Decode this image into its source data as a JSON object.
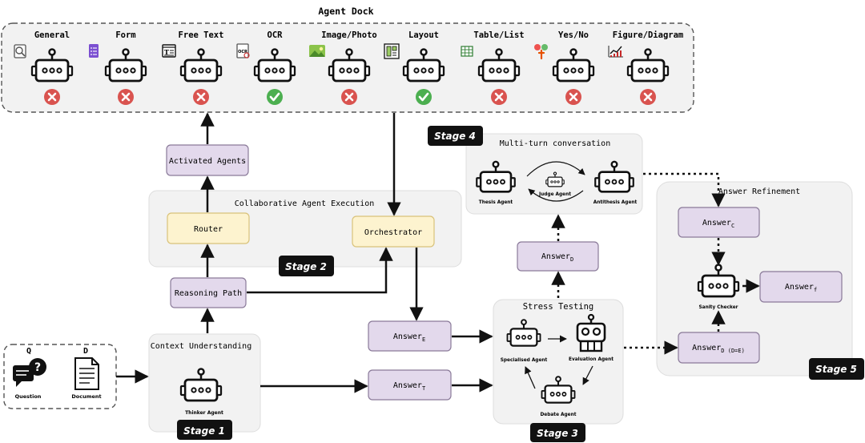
{
  "dock": {
    "title": "Agent Dock",
    "agents": [
      {
        "label": "General",
        "status": "inactive",
        "icon": "magnifier-doc-icon"
      },
      {
        "label": "Form",
        "status": "inactive",
        "icon": "form-doc-icon"
      },
      {
        "label": "Free Text",
        "status": "inactive",
        "icon": "text-doc-icon"
      },
      {
        "label": "OCR",
        "status": "active",
        "icon": "ocr-doc-icon",
        "icon_text": "OCR"
      },
      {
        "label": "Image/Photo",
        "status": "inactive",
        "icon": "photo-icon"
      },
      {
        "label": "Layout",
        "status": "active",
        "icon": "layout-icon"
      },
      {
        "label": "Table/List",
        "status": "inactive",
        "icon": "table-icon"
      },
      {
        "label": "Yes/No",
        "status": "inactive",
        "icon": "yes-no-icon"
      },
      {
        "label": "Figure/Diagram",
        "status": "inactive",
        "icon": "chart-icon"
      }
    ]
  },
  "input": {
    "q_letter": "Q",
    "d_letter": "D",
    "question_label": "Question",
    "document_label": "Document"
  },
  "stage1": {
    "title": "Context Understanding",
    "agent_label": "Thinker Agent",
    "badge": "Stage 1"
  },
  "stage2": {
    "title": "Collaborative Agent Execution",
    "router": "Router",
    "orchestrator": "Orchestrator",
    "badge": "Stage 2"
  },
  "nodes": {
    "activated_agents": "Activated Agents",
    "reasoning_path": "Reasoning Path"
  },
  "answers": {
    "e": {
      "main": "Answer",
      "sub": "E"
    },
    "t": {
      "main": "Answer",
      "sub": "T"
    },
    "d": {
      "main": "Answer",
      "sub": "D"
    },
    "c": {
      "main": "Answer",
      "sub": "C"
    },
    "f": {
      "main": "Answer",
      "sub": "f"
    },
    "de": {
      "main": "Answer",
      "sub": "D (D=E)"
    }
  },
  "stage3": {
    "title": "Stress Testing",
    "specialised": "Specialised Agent",
    "evaluation": "Evaluation Agent",
    "debate": "Debate Agent",
    "badge": "Stage 3"
  },
  "stage4": {
    "title": "Multi-turn conversation",
    "thesis": "Thesis Agent",
    "judge": "Judge Agent",
    "antithesis": "Antithesis Agent",
    "badge": "Stage 4"
  },
  "stage5": {
    "title": "Answer Refinement",
    "sanity": "Sanity Checker",
    "badge": "Stage 5"
  },
  "colors": {
    "lavender": "#e3d9ec",
    "lavender_stroke": "#8a7a99",
    "yellow": "#fdf3cf",
    "yellow_stroke": "#d9c27a",
    "panel": "#f2f2f2",
    "red": "#d9534f",
    "green": "#4caf50"
  }
}
